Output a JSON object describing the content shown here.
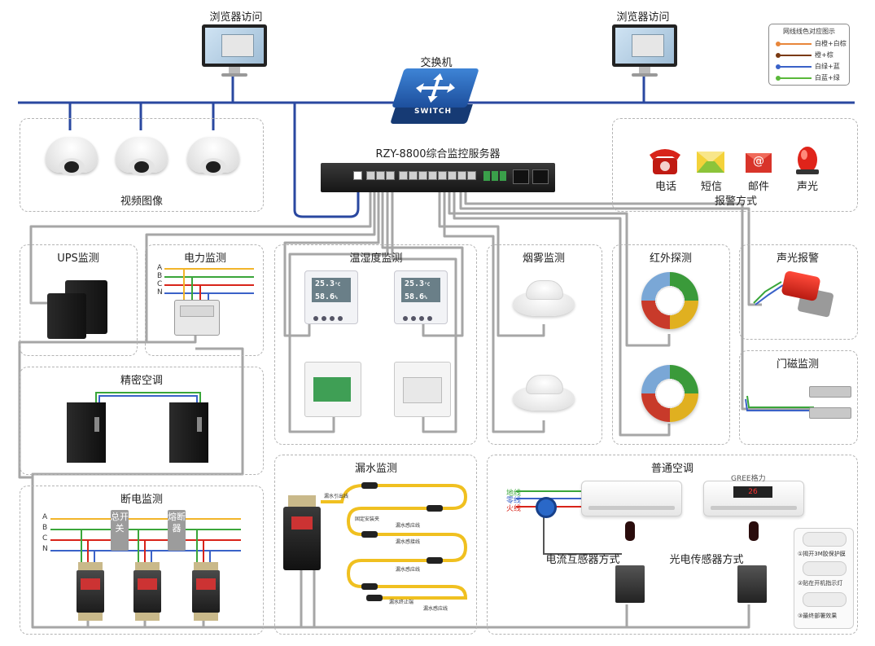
{
  "labels": {
    "browser_left": "浏览器访问",
    "browser_right": "浏览器访问",
    "switch": "交换机",
    "switch_text": "SWITCH",
    "server": "RZY-8800综合监控服务器",
    "video": "视频图像",
    "alarm_title": "报警方式",
    "ups": "UPS监测",
    "power": "电力监测",
    "temp_humidity": "温湿度监测",
    "smoke": "烟雾监测",
    "infrared": "红外探测",
    "sound_light": "声光报警",
    "door": "门磁监测",
    "precision_ac": "精密空调",
    "power_off": "断电监测",
    "water_leak": "漏水监测",
    "normal_ac": "普通空调",
    "ct_mode": "电流互感器方式",
    "photo_mode": "光电传感器方式"
  },
  "alarm_methods": [
    {
      "label": "电话",
      "icon": "phone-icon",
      "color": "#d8241a"
    },
    {
      "label": "短信",
      "icon": "sms-icon",
      "color": "#e8b71a"
    },
    {
      "label": "邮件",
      "icon": "mail-icon",
      "color": "#d83a2a"
    },
    {
      "label": "声光",
      "icon": "beacon-icon",
      "color": "#e0241a"
    }
  ],
  "legend": {
    "title": "网线线色对应图示",
    "items": [
      {
        "label": "白橙+白棕",
        "color": "#e8863a"
      },
      {
        "label": "橙+棕",
        "color": "#7a3a12"
      },
      {
        "label": "白绿+蓝",
        "color": "#3a62c8"
      },
      {
        "label": "白蓝+绿",
        "color": "#5ab83a"
      }
    ]
  },
  "thermo_readings": [
    {
      "temp": "25.3",
      "unit": "°C",
      "hum": "58.6",
      "hum_unit": "%"
    },
    {
      "temp": "25.3",
      "unit": "°C",
      "hum": "58.6",
      "hum_unit": "%"
    }
  ],
  "phase_lines": {
    "power": [
      "A",
      "B",
      "C",
      "N"
    ],
    "power_off": [
      "A",
      "B",
      "C",
      "N"
    ]
  },
  "breakers": [
    "总开关",
    "熔断器"
  ],
  "ac_lines": [
    "地线",
    "零线",
    "火线"
  ],
  "ac_brand": "GREE格力",
  "ac_display": "26",
  "leak_notes": {
    "cable_lead": "漏水引出线",
    "fixed_clip": "固定安装夹",
    "sensor_line1": "漏水感应线",
    "connector": "漏水感接线",
    "sensor_line2": "漏水感应线",
    "end_cap": "漏水终止端",
    "sensor_line3": "漏水感应线"
  },
  "install_steps": [
    "①揭开3M胶保护膜",
    "②贴在开机指示灯",
    "③最终部署效果"
  ],
  "colors": {
    "network": "#2a48a0",
    "signal": "#a6a6a6",
    "phase_a": "#f2b52a",
    "phase_b": "#3aa63a",
    "phase_c": "#d8241a",
    "phase_n": "#3a62c8",
    "leak_cable": "#f0c020"
  }
}
